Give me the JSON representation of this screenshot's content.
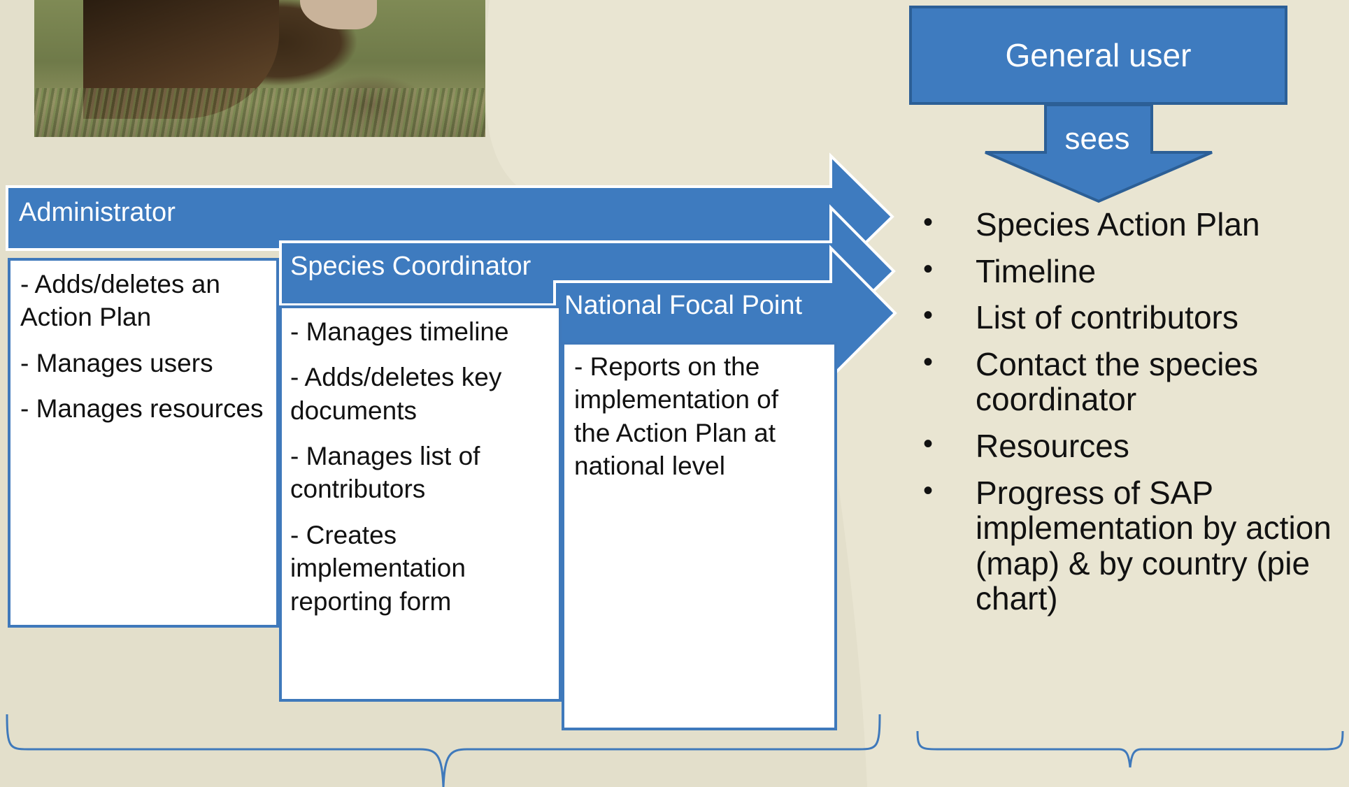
{
  "colors": {
    "background": "#e3dfcb",
    "arrow_blue": "#3e7bbf",
    "border_blue": "#3f79bb",
    "card_bg": "#ffffff",
    "text": "#111111"
  },
  "photo": {
    "subject": "eagle-on-grass"
  },
  "roles": [
    {
      "title": "Administrator",
      "items": [
        "- Adds/deletes an Action Plan",
        "- Manages users",
        "- Manages resources"
      ]
    },
    {
      "title": "Species Coordinator",
      "items": [
        "- Manages timeline",
        "- Adds/deletes key documents",
        "- Manages list of contributors",
        "- Creates implementation reporting form"
      ]
    },
    {
      "title": "National Focal Point",
      "items": [
        "- Reports on the implementation of the Action Plan at national level"
      ]
    }
  ],
  "general_user": {
    "title": "General user",
    "arrow_label": "sees",
    "items": [
      "Species Action Plan",
      "Timeline",
      "List of contributors",
      "Contact the species coordinator",
      "Resources",
      "Progress of SAP implementation by action (map) & by country (pie chart)"
    ]
  }
}
